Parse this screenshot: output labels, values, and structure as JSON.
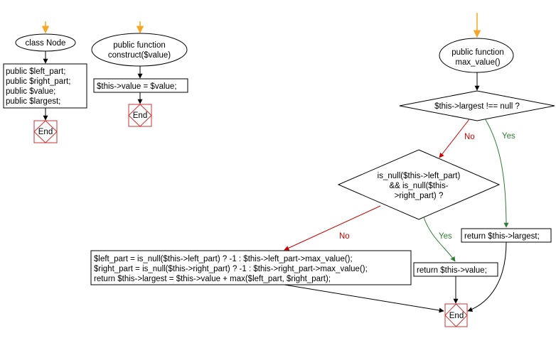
{
  "colors": {
    "start_arrow": "#f5a623",
    "no_branch": "#cc0000",
    "yes_branch": "#2e7d32",
    "flow": "#000000",
    "end_border": "#cc3333"
  },
  "flow1": {
    "start_label": "class Node",
    "body_lines": [
      "public $left_part;",
      "public $right_part;",
      "public $value;",
      "public $largest;"
    ],
    "end_label": "End"
  },
  "flow2": {
    "start_label_lines": [
      "public function",
      "construct($value)"
    ],
    "body_line": "$this->value = $value;",
    "end_label": "End"
  },
  "flow3": {
    "start_label_lines": [
      "public function",
      "max_value()"
    ],
    "decision1": "$this->largest !== null ?",
    "decision1_yes": "Yes",
    "decision1_no": "No",
    "return_largest": "return $this->largest;",
    "decision2_lines": [
      "is_null($this->left_part)",
      "&& is_null($this-",
      ">right_part) ?"
    ],
    "decision2_yes": "Yes",
    "decision2_no": "No",
    "return_value": "return $this->value;",
    "compute_lines": [
      "$left_part = is_null($this->left_part) ? -1 : $this->left_part->max_value();",
      "$right_part = is_null($this->right_part) ? -1 : $this->right_part->max_value();",
      "return $this->largest = $this->value + max($left_part, $right_part);"
    ],
    "end_label": "End"
  }
}
